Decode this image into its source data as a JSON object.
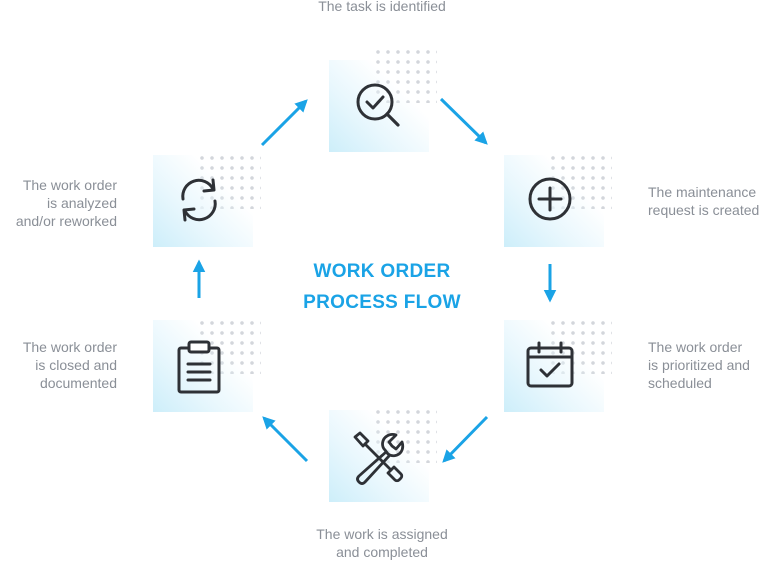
{
  "title": {
    "line1": "WORK ORDER",
    "line2": "PROCESS FLOW"
  },
  "steps": [
    {
      "icon": "magnifier-check-icon",
      "label": [
        "The task is identified"
      ]
    },
    {
      "icon": "plus-circle-icon",
      "label": [
        "The maintenance",
        "request is created"
      ]
    },
    {
      "icon": "calendar-check-icon",
      "label": [
        "The work order",
        "is prioritized and",
        "scheduled"
      ]
    },
    {
      "icon": "wrench-screwdriver-icon",
      "label": [
        "The work is assigned",
        "and completed"
      ]
    },
    {
      "icon": "clipboard-icon",
      "label": [
        "The work order",
        "is closed and",
        "documented"
      ]
    },
    {
      "icon": "refresh-cycle-icon",
      "label": [
        "The work order",
        "is analyzed",
        "and/or reworked"
      ]
    }
  ],
  "colors": {
    "accent": "#1aa3e6",
    "icon_stroke": "#2e3136",
    "label_text": "#8a8f97",
    "tile_tint": "#cdeefa"
  }
}
